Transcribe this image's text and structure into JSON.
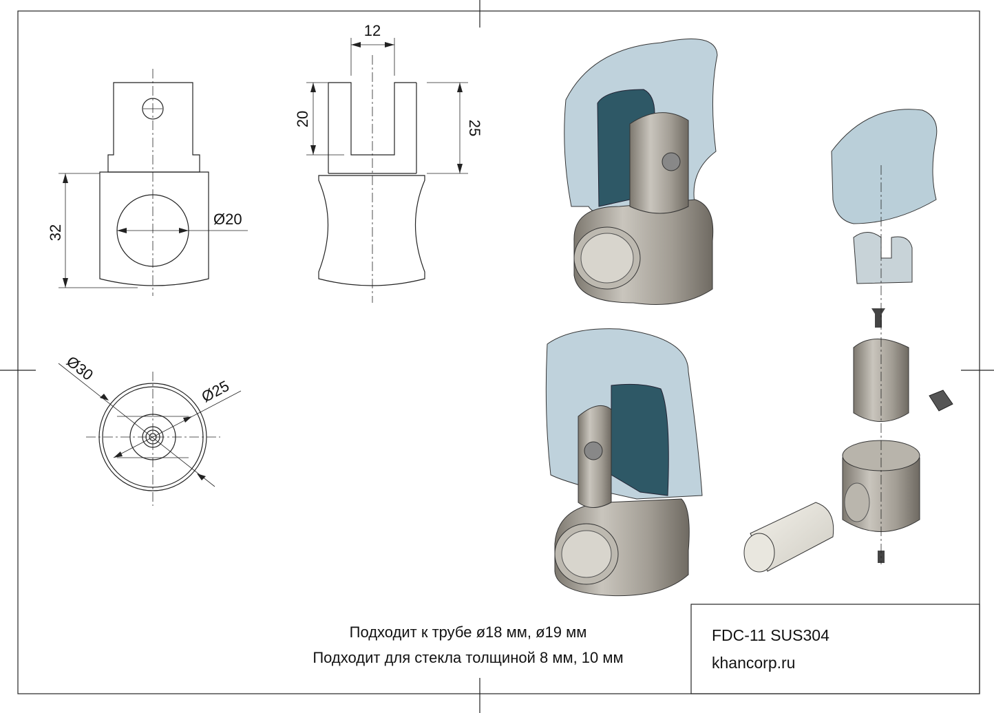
{
  "dimensions": {
    "width_slot": "12",
    "slot_depth": "20",
    "tab_height": "25",
    "body_height": "32",
    "hole_diameter": "Ø20",
    "outer_diameter": "Ø30",
    "inner_diameter": "Ø25"
  },
  "notes": {
    "line1": "Подходит к трубе ø18 мм, ø19 мм",
    "line2": "Подходит для стекла толщиной 8 мм, 10 мм"
  },
  "title_block": {
    "model": "FDC-11 SUS304",
    "website": "khancorp.ru"
  },
  "colors": {
    "metal": "#a8a49c",
    "glass": "#a9c3d0",
    "gasket": "#2e5866",
    "sleeve": "#e6e4dc"
  }
}
